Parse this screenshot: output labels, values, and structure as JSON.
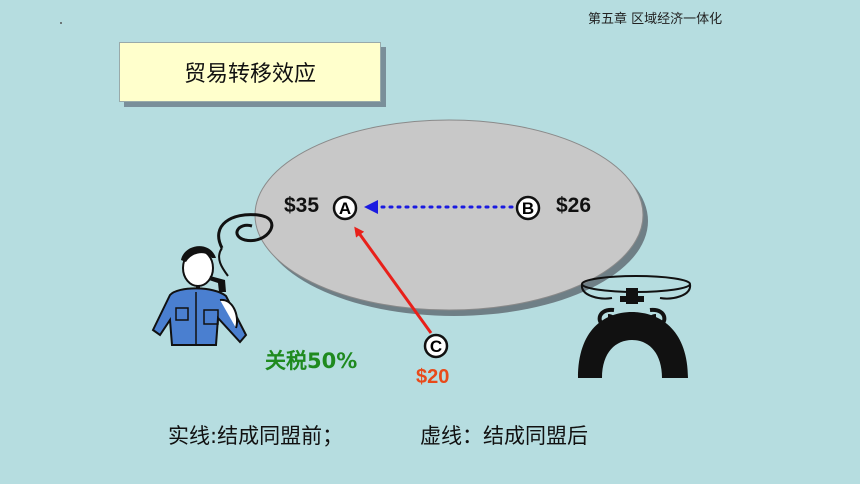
{
  "header": {
    "chapter": "第五章  区域经济一体化"
  },
  "title": "贸易转移效应",
  "nodes": {
    "a": {
      "label": "A",
      "price": "$35"
    },
    "b": {
      "label": "B",
      "price": "$26"
    },
    "c": {
      "label": "C",
      "price": "$20"
    }
  },
  "tariff": "关税50%",
  "notes": {
    "solid": "实线:结成同盟前；",
    "dashed": "虚线：结成同盟后"
  },
  "colors": {
    "background": "#b6dde0",
    "title_box": "#ffffcc",
    "union_ellipse": "#c8c8c8",
    "solid_arrow": "#e8201a",
    "dashed_arrow": "#1a1ae0",
    "tariff_text": "#1f8a1f",
    "price_c_text": "#e84a1a"
  },
  "icons": [
    "man-with-pipe-icon",
    "scale-icon"
  ]
}
